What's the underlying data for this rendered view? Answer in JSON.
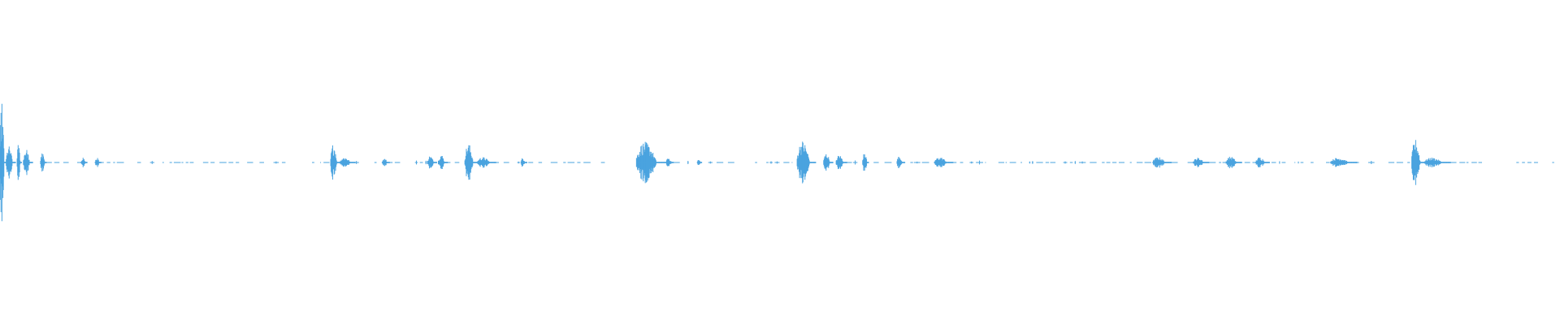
{
  "waveform": {
    "color": "#4aa3df",
    "background": "#ffffff",
    "duration_fraction_bursts": [
      {
        "start": 0.0,
        "end": 0.004,
        "amp": 0.22
      },
      {
        "start": 0.004,
        "end": 0.01,
        "amp": 0.06
      },
      {
        "start": 0.011,
        "end": 0.014,
        "amp": 0.07
      },
      {
        "start": 0.015,
        "end": 0.021,
        "amp": 0.05
      },
      {
        "start": 0.026,
        "end": 0.03,
        "amp": 0.035
      },
      {
        "start": 0.052,
        "end": 0.056,
        "amp": 0.02
      },
      {
        "start": 0.061,
        "end": 0.065,
        "amp": 0.018
      },
      {
        "start": 0.212,
        "end": 0.218,
        "amp": 0.07
      },
      {
        "start": 0.218,
        "end": 0.228,
        "amp": 0.02
      },
      {
        "start": 0.245,
        "end": 0.25,
        "amp": 0.015
      },
      {
        "start": 0.274,
        "end": 0.28,
        "amp": 0.025
      },
      {
        "start": 0.281,
        "end": 0.287,
        "amp": 0.03
      },
      {
        "start": 0.298,
        "end": 0.306,
        "amp": 0.07
      },
      {
        "start": 0.306,
        "end": 0.318,
        "amp": 0.02
      },
      {
        "start": 0.334,
        "end": 0.338,
        "amp": 0.018
      },
      {
        "start": 0.408,
        "end": 0.427,
        "amp": 0.075
      },
      {
        "start": 0.427,
        "end": 0.432,
        "amp": 0.02
      },
      {
        "start": 0.447,
        "end": 0.45,
        "amp": 0.012
      },
      {
        "start": 0.511,
        "end": 0.523,
        "amp": 0.08
      },
      {
        "start": 0.528,
        "end": 0.534,
        "amp": 0.035
      },
      {
        "start": 0.536,
        "end": 0.543,
        "amp": 0.028
      },
      {
        "start": 0.553,
        "end": 0.557,
        "amp": 0.05
      },
      {
        "start": 0.575,
        "end": 0.58,
        "amp": 0.025
      },
      {
        "start": 0.599,
        "end": 0.611,
        "amp": 0.02
      },
      {
        "start": 0.739,
        "end": 0.751,
        "amp": 0.02
      },
      {
        "start": 0.765,
        "end": 0.775,
        "amp": 0.018
      },
      {
        "start": 0.786,
        "end": 0.796,
        "amp": 0.022
      },
      {
        "start": 0.805,
        "end": 0.814,
        "amp": 0.02
      },
      {
        "start": 0.853,
        "end": 0.87,
        "amp": 0.018
      },
      {
        "start": 0.905,
        "end": 0.913,
        "amp": 0.085
      },
      {
        "start": 0.913,
        "end": 0.93,
        "amp": 0.018
      }
    ],
    "sparse_segments": [
      {
        "start": 0.03,
        "end": 0.08
      },
      {
        "start": 0.088,
        "end": 0.183
      },
      {
        "start": 0.2,
        "end": 0.235
      },
      {
        "start": 0.24,
        "end": 0.262
      },
      {
        "start": 0.266,
        "end": 0.295
      },
      {
        "start": 0.318,
        "end": 0.348
      },
      {
        "start": 0.353,
        "end": 0.392
      },
      {
        "start": 0.432,
        "end": 0.475
      },
      {
        "start": 0.484,
        "end": 0.508
      },
      {
        "start": 0.543,
        "end": 0.555
      },
      {
        "start": 0.56,
        "end": 0.632
      },
      {
        "start": 0.64,
        "end": 0.738
      },
      {
        "start": 0.751,
        "end": 0.842
      },
      {
        "start": 0.85,
        "end": 0.882
      },
      {
        "start": 0.89,
        "end": 0.905
      },
      {
        "start": 0.93,
        "end": 0.95
      },
      {
        "start": 0.972,
        "end": 0.99
      },
      {
        "start": 0.995,
        "end": 1.0
      }
    ]
  }
}
